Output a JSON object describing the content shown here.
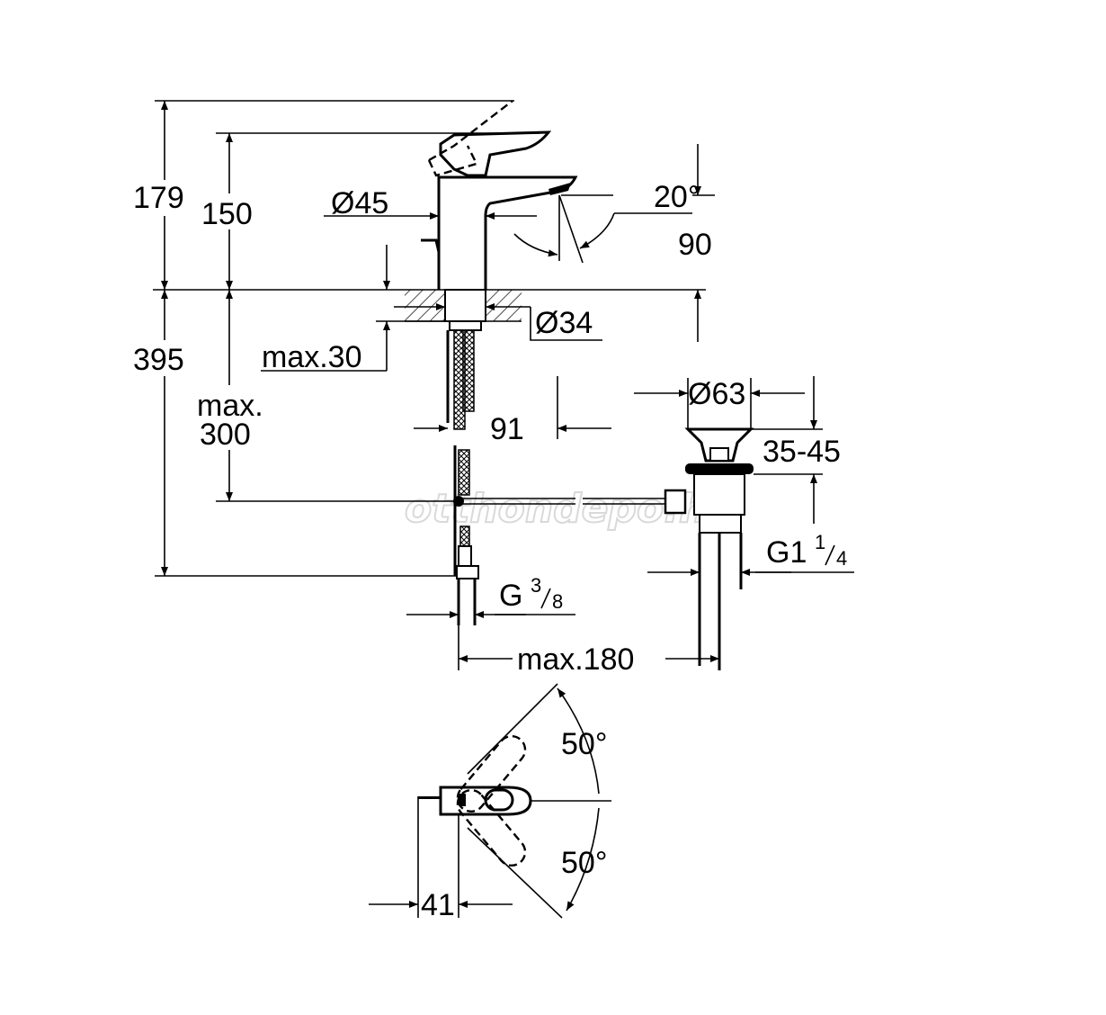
{
  "title": "Basin mixer technical dimension drawing",
  "watermark": "otthondepo.hu",
  "dimensions": {
    "total_height": "179",
    "spout_height": "150",
    "body_diameter": "Ø45",
    "spout_angle": "20°",
    "spout_reach": "90",
    "hole_diameter": "Ø34",
    "deck_thickness": "max.30",
    "below_deck": "395",
    "rod_depth_line1": "max.",
    "rod_depth_line2": "300",
    "hose_offset": "91",
    "waste_diameter": "Ø63",
    "waste_range": "35-45",
    "waste_thread_main": "G1",
    "waste_thread_num": "1",
    "waste_thread_den": "4",
    "supply_thread_main": "G",
    "supply_thread_num": "3",
    "supply_thread_den": "8",
    "max_distance": "max.180",
    "lever_angle_up": "50°",
    "lever_angle_down": "50°",
    "lever_offset": "41"
  }
}
